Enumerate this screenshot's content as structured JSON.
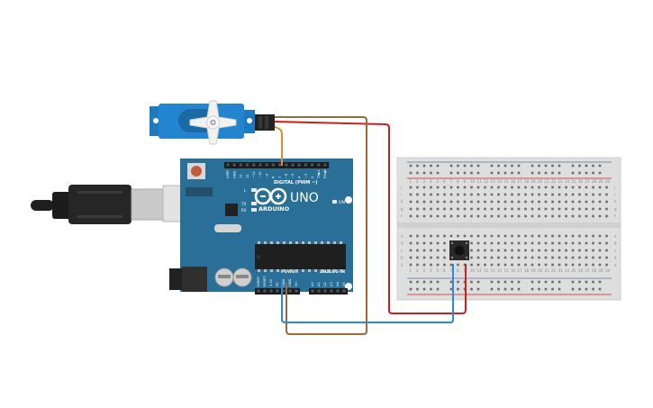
{
  "arduino": {
    "brand": "UNO",
    "logo_text": "ARDUINO",
    "digital_label": "DIGITAL (PWM ~)",
    "analog_label": "ANALOG IN",
    "power_label": "POWER",
    "on_label": "ON",
    "led_labels": [
      "L",
      "TX",
      "RX"
    ],
    "digital_pins": [
      "AREF",
      "GND",
      "13",
      "12",
      "~11",
      "~10",
      "~9",
      "8",
      "7",
      "~6",
      "~5",
      "4",
      "~3",
      "2",
      "TX▶1",
      "RX◀0"
    ],
    "power_pins": [
      "IOREF",
      "RESET",
      "3.3V",
      "5V",
      "GND",
      "GND",
      "Vin"
    ],
    "analog_pins": [
      "A0",
      "A1",
      "A2",
      "A3",
      "A4",
      "A5"
    ],
    "board_color": "#2a6f97"
  },
  "breadboard": {
    "rows_top": [
      "j",
      "i",
      "h",
      "g",
      "f"
    ],
    "rows_bottom": [
      "e",
      "d",
      "c",
      "b",
      "a"
    ],
    "columns": 30
  },
  "wires": {
    "colors": {
      "red": "#c82020",
      "brown": "#9b6a3a",
      "orange": "#e88a2a",
      "blue": "#2a8bd0"
    }
  }
}
